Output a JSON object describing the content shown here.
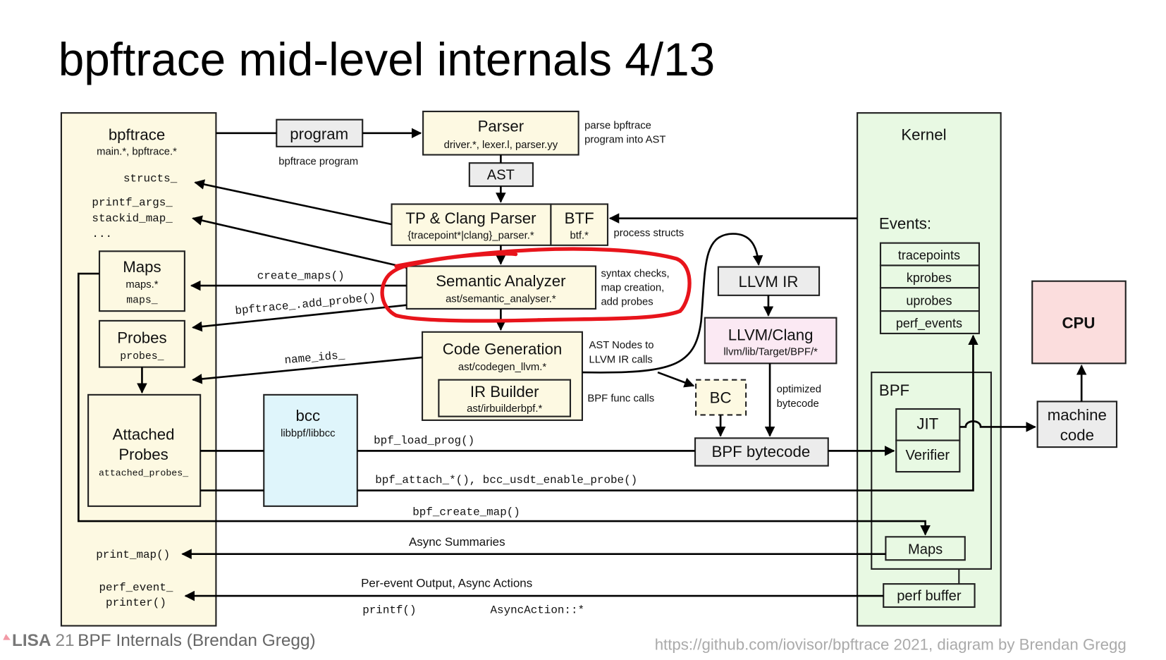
{
  "slide": {
    "title": "bpftrace mid-level internals 4/13",
    "footer": {
      "brand": "LISA",
      "year": "21",
      "text": "BPF Internals (Brendan Gregg)",
      "credit": "https://github.com/iovisor/bpftrace 2021, diagram by Brendan Gregg"
    }
  },
  "bpftrace_box": {
    "title": "bpftrace",
    "files": "main.*, bpftrace.*",
    "fields": [
      "structs_",
      "printf_args_",
      "stackid_map_",
      "..."
    ],
    "maps": {
      "title": "Maps",
      "files": "maps.*",
      "field": "maps_"
    },
    "probes": {
      "title": "Probes",
      "field": "probes_"
    },
    "attached": {
      "title_line1": "Attached",
      "title_line2": "Probes",
      "field": "attached_probes_"
    },
    "print_map": "print_map()",
    "perf_printer_line1": "perf_event_",
    "perf_printer_line2": "printer()"
  },
  "program": {
    "title": "program",
    "caption": "bpftrace program"
  },
  "parser": {
    "title": "Parser",
    "files": "driver.*, lexer.l, parser.yy",
    "note_line1": "parse bpftrace",
    "note_line2": "program into AST"
  },
  "ast": {
    "title": "AST"
  },
  "tp_clang": {
    "title": "TP & Clang Parser",
    "files": "{tracepoint*|clang}_parser.*"
  },
  "btf": {
    "title": "BTF",
    "files": "btf.*",
    "note": "process structs"
  },
  "semantic": {
    "title": "Semantic Analyzer",
    "files": "ast/semantic_analyser.*",
    "note_line1": "syntax checks,",
    "note_line2": "map creation,",
    "note_line3": "add probes",
    "highlighted": true
  },
  "codegen": {
    "title": "Code Generation",
    "files": "ast/codegen_llvm.*",
    "note_line1": "AST Nodes to",
    "note_line2": "LLVM IR calls",
    "irbuilder": {
      "title": "IR Builder",
      "files": "ast/irbuilderbpf.*",
      "note": "BPF func calls"
    }
  },
  "bcc": {
    "title": "bcc",
    "files": "libbpf/libbcc"
  },
  "llvm_ir": {
    "title": "LLVM IR"
  },
  "llvm_clang": {
    "title": "LLVM/Clang",
    "files": "llvm/lib/Target/BPF/*",
    "note_line1": "optimized",
    "note_line2": "bytecode"
  },
  "bc": {
    "title": "BC"
  },
  "bpf_bytecode": {
    "title": "BPF bytecode"
  },
  "kernel": {
    "title": "Kernel",
    "events_label": "Events:",
    "events": [
      "tracepoints",
      "kprobes",
      "uprobes",
      "perf_events"
    ],
    "bpf": {
      "title": "BPF",
      "jit": "JIT",
      "verifier": "Verifier",
      "maps": "Maps"
    },
    "perf_buffer": "perf buffer"
  },
  "cpu": {
    "title": "CPU"
  },
  "machine_code": {
    "line1": "machine",
    "line2": "code"
  },
  "edge_labels": {
    "create_maps": "create_maps()",
    "add_probe": "bpftrace_.add_probe()",
    "name_ids": "name_ids_",
    "bpf_load_prog": "bpf_load_prog()",
    "bpf_attach": "bpf_attach_*(), bcc_usdt_enable_probe()",
    "bpf_create_map": "bpf_create_map()",
    "async_summaries": "Async Summaries",
    "per_event": "Per-event Output, Async Actions",
    "printf": "printf()",
    "async_action": "AsyncAction::*"
  }
}
